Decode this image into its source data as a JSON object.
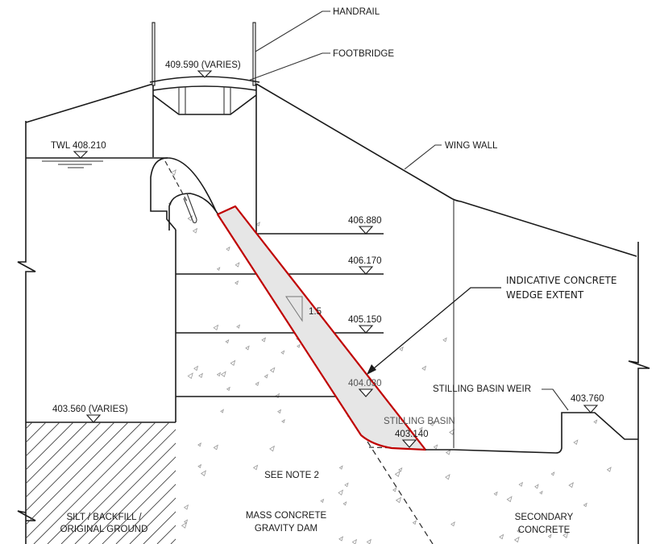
{
  "drawing": {
    "labels": {
      "handrail": "HANDRAIL",
      "footbridge": "FOOTBRIDGE",
      "wing_wall": "WING WALL",
      "stilling_basin_weir": "STILLING BASIN WEIR",
      "stilling_basin": "STILLING BASIN",
      "wedge_note_line1": "INDICATIVE CONCRETE",
      "wedge_note_line2": "WEDGE EXTENT",
      "see_note": "SEE NOTE 2",
      "mass_concrete_line1": "MASS CONCRETE",
      "mass_concrete_line2": "GRAVITY DAM",
      "silt_line1": "SILT / BACKFILL /",
      "silt_line2": "ORIGINAL GROUND",
      "secondary_line1": "SECONDARY",
      "secondary_line2": "CONCRETE",
      "slope_ratio": "1.5"
    },
    "levels": {
      "footbridge": "409.590 (VARIES)",
      "twl": "TWL 408.210",
      "l1": "406.880",
      "l2": "406.170",
      "l3": "405.150",
      "l4": "404.030",
      "basin": "403.140",
      "ground": "403.560 (VARIES)",
      "weir": "403.760"
    },
    "colors": {
      "wedge_outline": "#c00000",
      "wedge_fill": "#e6e6e6",
      "linework": "#1a1a1a"
    }
  }
}
